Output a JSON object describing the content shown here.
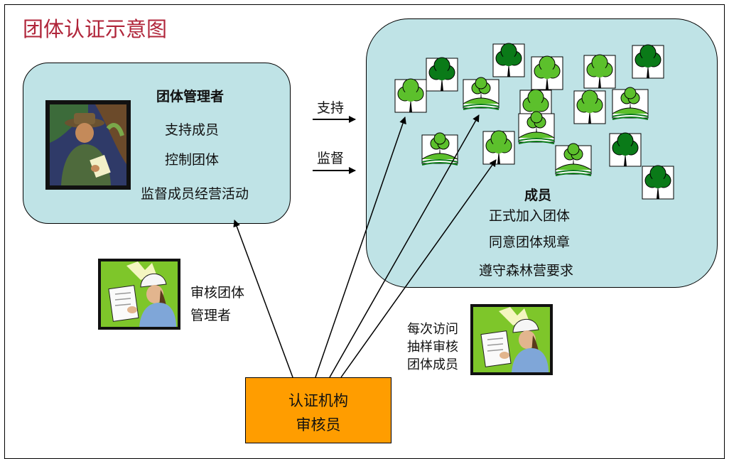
{
  "title": "团体认证示意图",
  "manager": {
    "heading": "团体管理者",
    "line1": "支持成员",
    "line2": "控制团体",
    "line3": "监督成员经营活动"
  },
  "arrows": {
    "support": "支持",
    "supervise": "监督"
  },
  "members": {
    "heading": "成员",
    "line1": "正式加入团体",
    "line2": "同意团体规章",
    "line3": "遵守森林营要求"
  },
  "audit_manager": {
    "line1": "审核团体",
    "line2": "管理者"
  },
  "sample_audit": {
    "line1": "每次访问",
    "line2": "抽样审核",
    "line3": "团体成员"
  },
  "certifier": {
    "line1": "认证机构",
    "line2": "审核员"
  },
  "colors": {
    "title": "#b0253a",
    "box_fill": "#bfe3e6",
    "certifier_fill": "#ff9d00",
    "tree_light": "#5cc02c",
    "tree_dark": "#0a7a18"
  }
}
